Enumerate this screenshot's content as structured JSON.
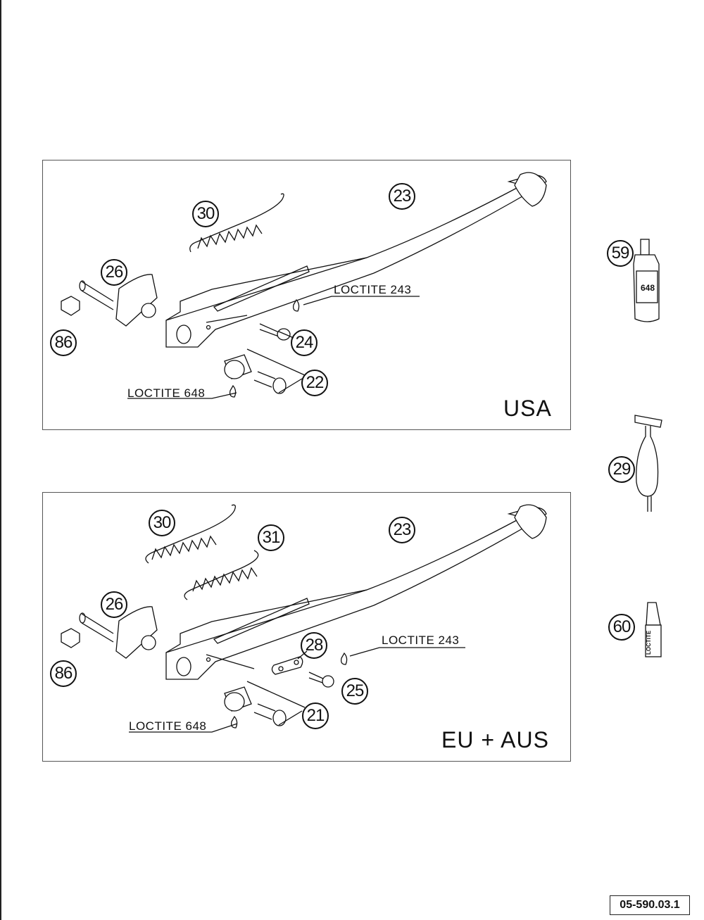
{
  "reference_code": "05-590.03.1",
  "panels": {
    "usa": {
      "region_label": "USA",
      "callouts": {
        "spring": "30",
        "side_stand": "23",
        "pivot": "26",
        "nut": "86",
        "bolt_small": "24",
        "bushing_bolt": "22"
      },
      "notes": {
        "upper": "LOCTITE 243",
        "lower": "LOCTITE 648"
      }
    },
    "eu": {
      "region_label": "EU + AUS",
      "callouts": {
        "spring_a": "30",
        "spring_b": "31",
        "side_stand": "23",
        "pivot": "26",
        "nut": "86",
        "plate": "28",
        "bolt_small": "25",
        "bushing_bolt": "21"
      },
      "notes": {
        "upper": "LOCTITE 243",
        "lower": "LOCTITE 648"
      }
    }
  },
  "side_items": {
    "loctite_bottle": {
      "callout": "59",
      "bottle_text": "648"
    },
    "tool": {
      "callout": "29"
    },
    "loctite_stick": {
      "callout": "60",
      "stick_text": "LOCTITE"
    }
  }
}
